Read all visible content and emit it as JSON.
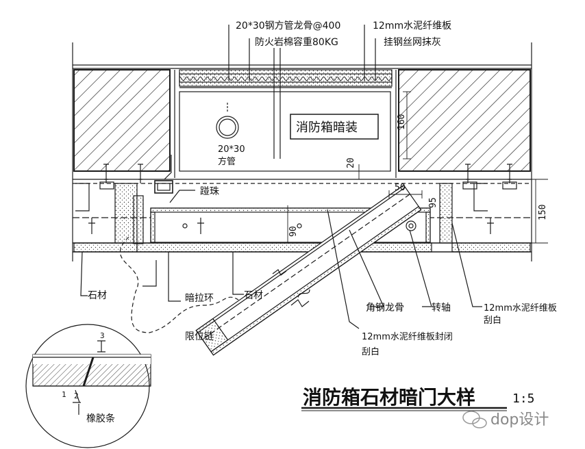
{
  "labels": {
    "steel_keel": "20*30钢方管龙骨@400",
    "fire_wool": "防火岩棉容重80KG",
    "cement_board_top": "12mm水泥纤维板",
    "steel_mesh": "挂钢丝网抹灰",
    "box_concealed": "消防箱暗装",
    "square_tube": "20*30\n方管",
    "ball_catch": "踫珠",
    "stone_left": "石材",
    "pull_ring": "暗拉环",
    "stone_mid": "石材",
    "limit_chain": "限位链",
    "angle_keel": "角钢龙骨",
    "pivot": "转轴",
    "cement_board_right": "12mm水泥纤维板\n刮白",
    "cement_board_seal": "12mm水泥纤维板封闭\n刮白",
    "rubber_strip": "橡胶条",
    "title": "消防箱石材暗门大样",
    "scale": "1:5",
    "watermark": "dop设计"
  },
  "dimensions": {
    "d160": "160",
    "d20": "20",
    "d50": "50",
    "d95": "95",
    "d90": "90",
    "d150": "150",
    "d3": "3",
    "d1": "1",
    "d2": "2"
  },
  "colors": {
    "line": "#1a1a1a",
    "background": "#ffffff"
  }
}
